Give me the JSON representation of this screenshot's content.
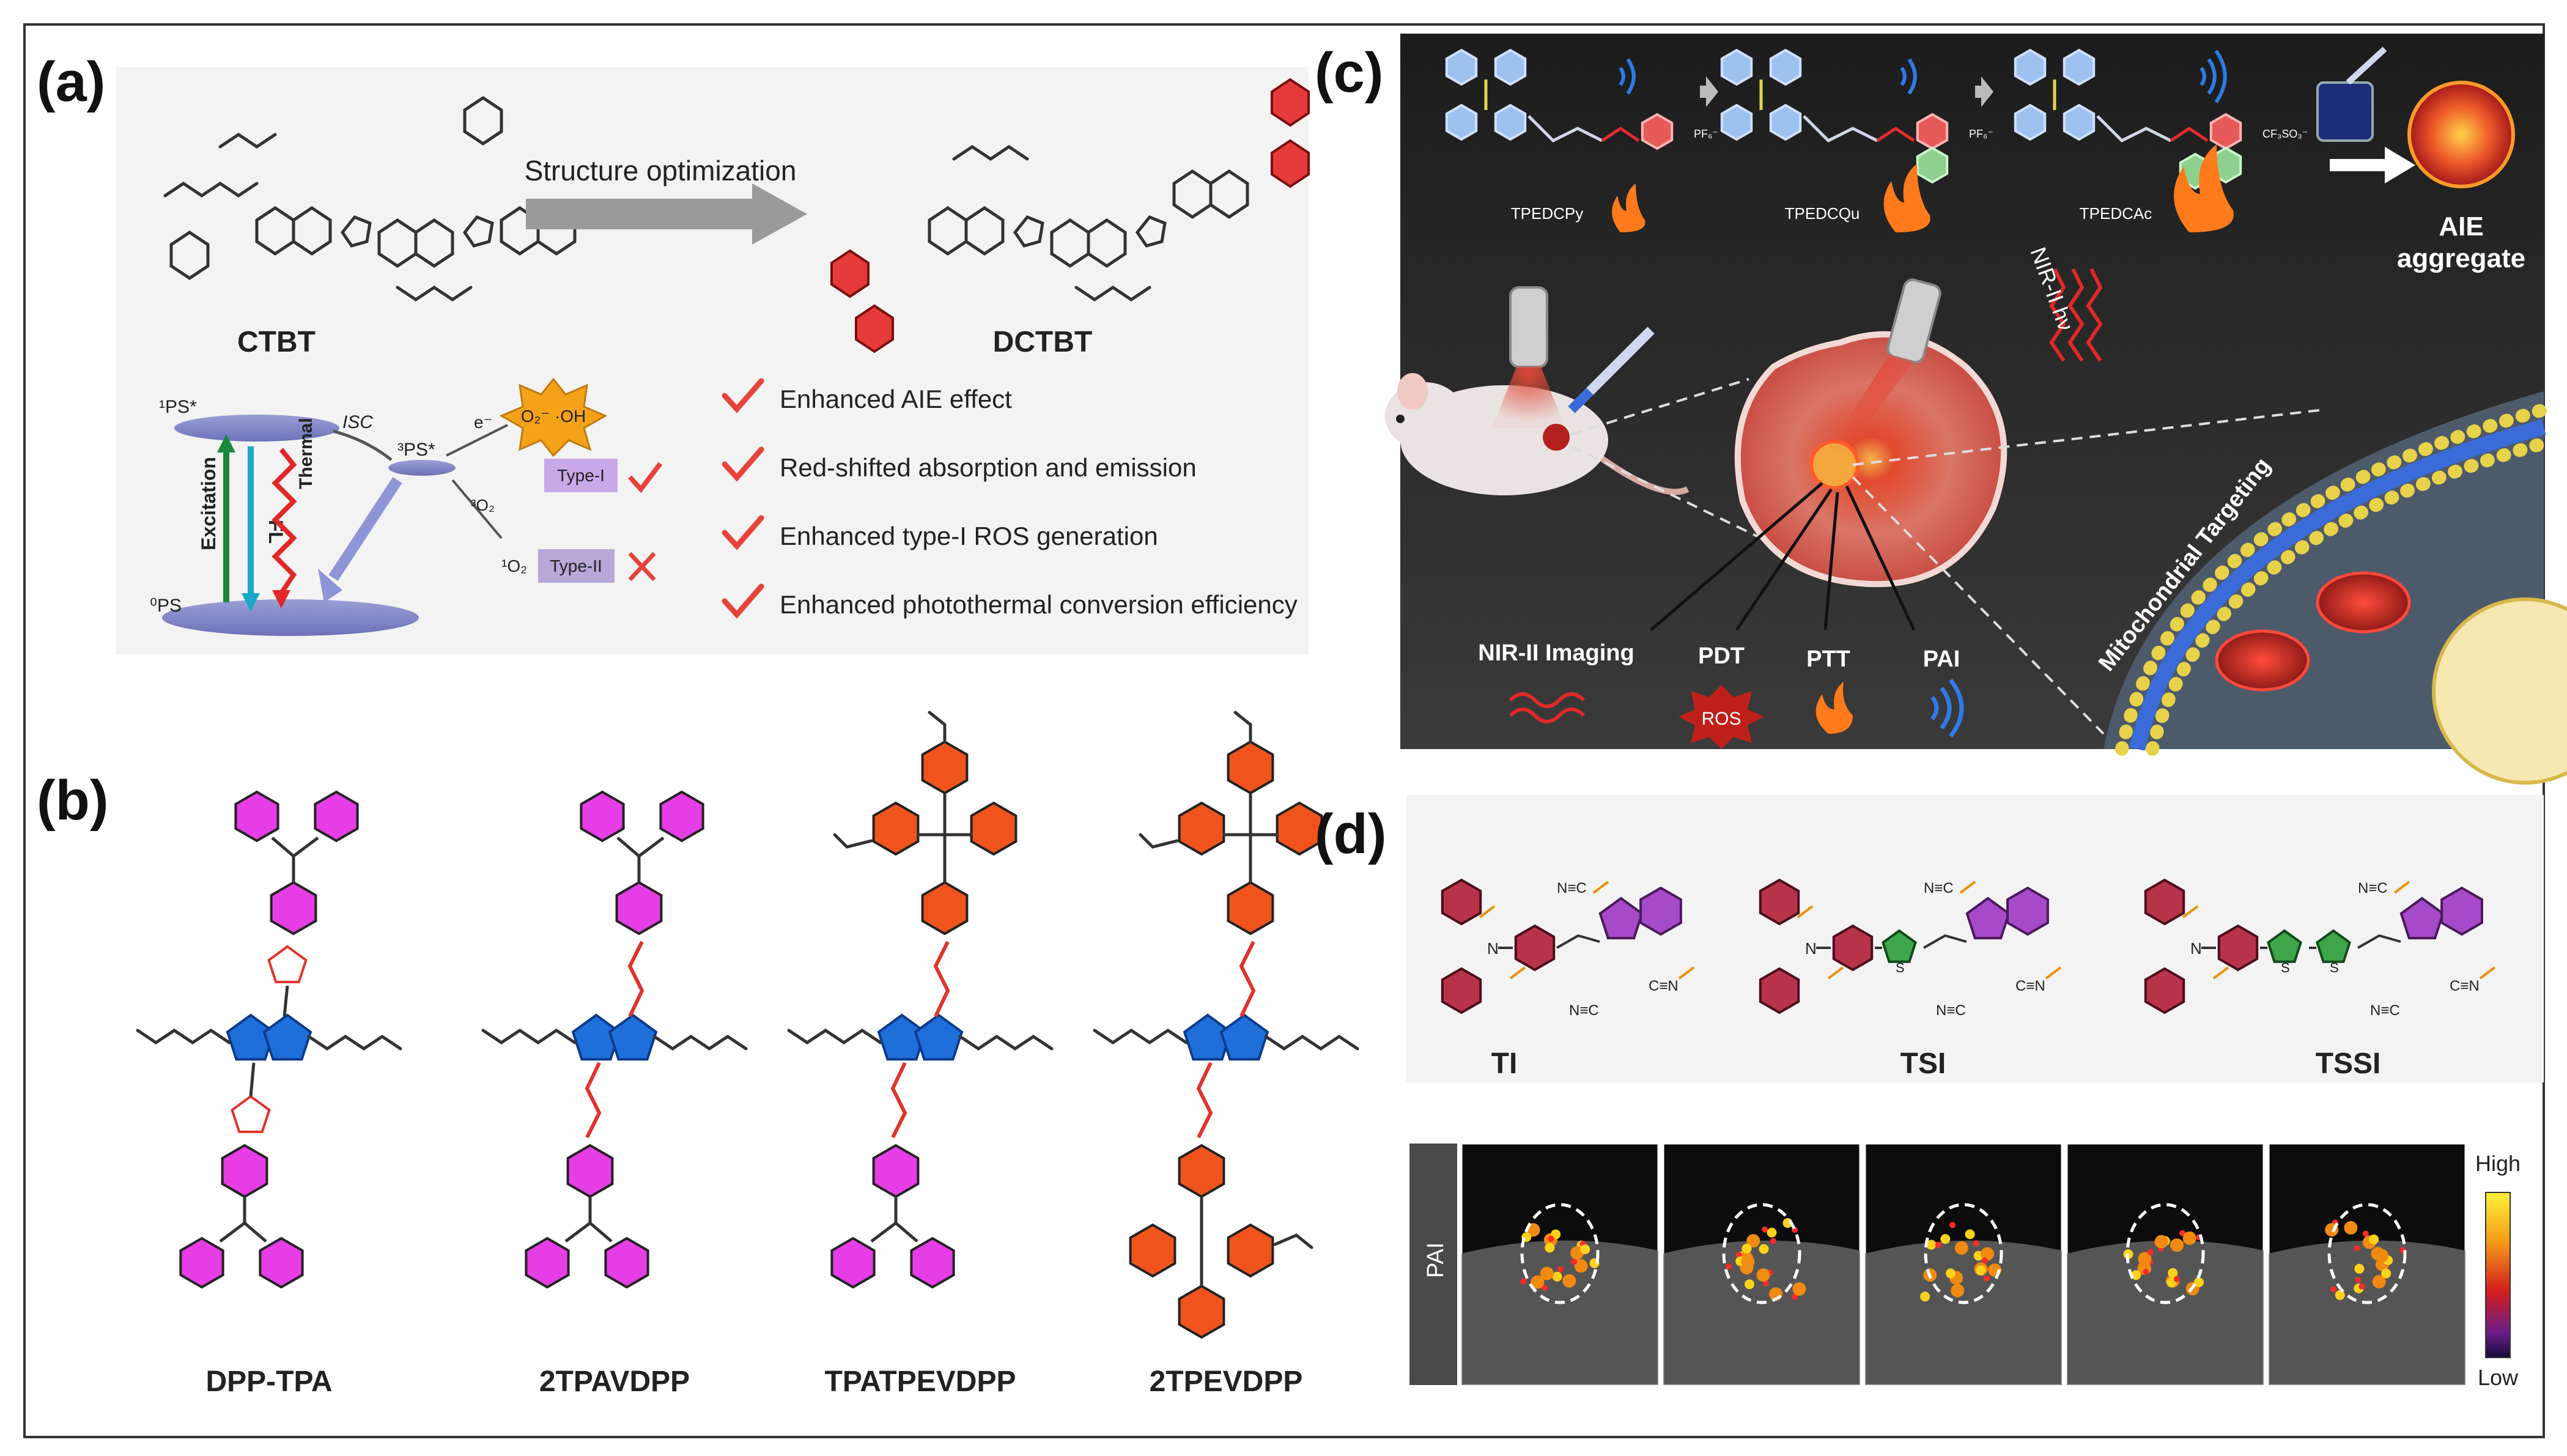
{
  "panels": {
    "a": {
      "label": "(a)",
      "arrow_label": "Structure optimization",
      "mol_left": "CTBT",
      "mol_right": "DCTBT",
      "jablonski": {
        "s1": "¹PS*",
        "t1": "³PS*",
        "s0": "⁰PS",
        "excitation": "Excitation",
        "fl": "FL",
        "thermal": "Thermal",
        "isc": "ISC",
        "electron": "e⁻",
        "oxygen": "³O₂",
        "singlet_o2": "¹O₂",
        "radicals": "O₂⁻ ·OH",
        "type1": "Type-I",
        "type2": "Type-II"
      },
      "benefits": [
        "Enhanced AIE effect",
        "Red-shifted absorption and emission",
        "Enhanced type-I ROS generation",
        "Enhanced photothermal conversion efficiency"
      ]
    },
    "b": {
      "label": "(b)",
      "molecules": [
        "DPP-TPA",
        "2TPAVDPP",
        "TPATPEVDPP",
        "2TPEVDPP"
      ]
    },
    "c": {
      "label": "(c)",
      "molecules": [
        "TPEDCPy",
        "TPEDCQu",
        "TPEDCAc"
      ],
      "counterions": [
        "PF₆⁻",
        "PF₆⁻",
        "CF₃SO₃⁻"
      ],
      "aggregate": [
        "AIE",
        "aggregate"
      ],
      "nir": "NIR-II hν",
      "mito": "Mitochondrial Targeting",
      "modes": [
        "NIR-II Imaging",
        "PDT",
        "PTT",
        "PAI"
      ],
      "ros": "ROS"
    },
    "d": {
      "label": "(d)",
      "molecules": [
        "TI",
        "TSI",
        "TSSI"
      ],
      "cyano": [
        "N≡C",
        "C≡N",
        "N"
      ],
      "pai_label": "PAI",
      "scale_high": "High",
      "scale_low": "Low"
    }
  },
  "colors": {
    "magenta": "#e63de6",
    "orange": "#f0541c",
    "dpp_blue": "#1e6fd9",
    "thiophene_red": "#e0342c",
    "check_red": "#e8433a",
    "type1_fill": "#c9a8ea",
    "type2_fill": "#b9a7d8",
    "ros_orange": "#f3a21a",
    "panel_c_bg": "#2a2a2a"
  }
}
